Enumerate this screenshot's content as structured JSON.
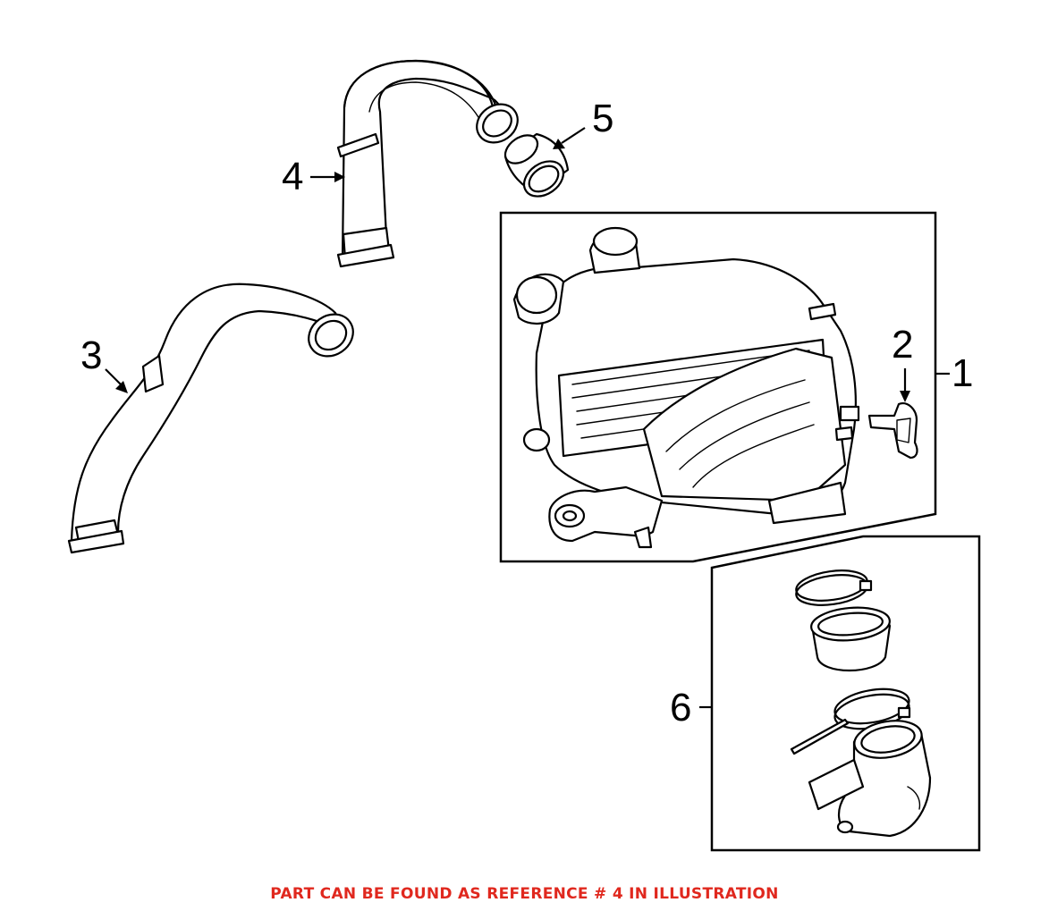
{
  "callouts": {
    "c1": "1",
    "c2": "2",
    "c3": "3",
    "c4": "4",
    "c5": "5",
    "c6": "6"
  },
  "footer": {
    "note": "PART CAN BE FOUND AS REFERENCE # 4 IN ILLUSTRATION",
    "color": "#e0281e"
  }
}
